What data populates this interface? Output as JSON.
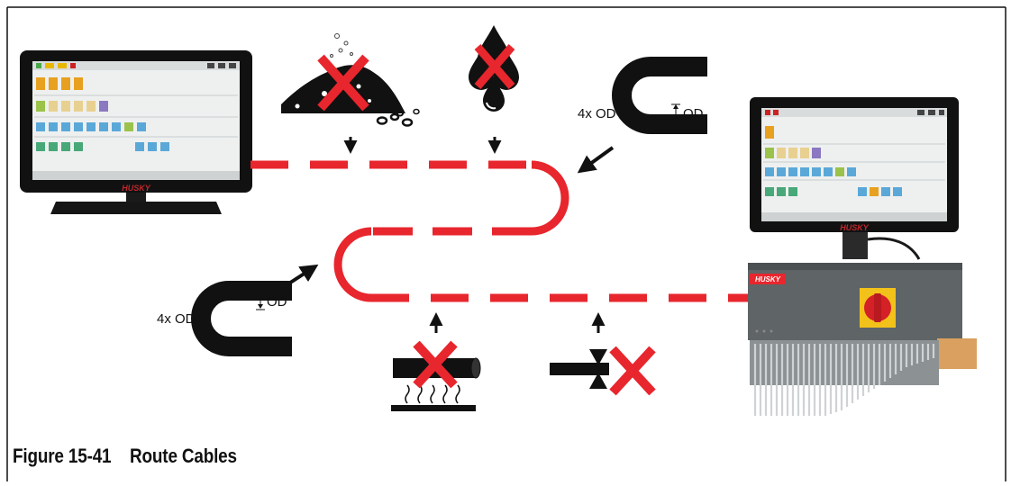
{
  "figure": {
    "number": "Figure 15-41",
    "title": "Route Cables"
  },
  "bend_labels": {
    "multiplier": "4x OD",
    "dimension": "OD"
  },
  "brand": {
    "logo_text": "HUSKY"
  },
  "colors": {
    "cable": "#e8262d",
    "prohibit": "#e8262d",
    "symbol": "#111111"
  },
  "hazards": [
    {
      "name": "dirt-debris",
      "status": "avoid"
    },
    {
      "name": "liquid-drops",
      "status": "avoid"
    },
    {
      "name": "heat-source",
      "status": "avoid"
    },
    {
      "name": "pinch-point",
      "status": "avoid"
    }
  ]
}
